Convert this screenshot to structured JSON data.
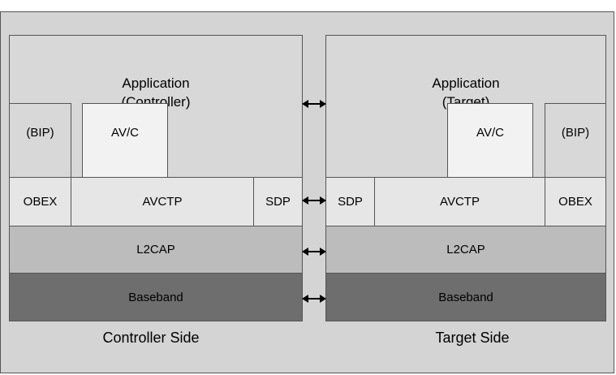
{
  "controller": {
    "application": "Application\n(Controller)",
    "bip": "(BIP)",
    "avc": "AV/C",
    "obex": "OBEX",
    "avctp": "AVCTP",
    "sdp": "SDP",
    "l2cap": "L2CAP",
    "baseband": "Baseband",
    "side_label": "Controller Side"
  },
  "target": {
    "application": "Application\n(Target)",
    "avc": "AV/C",
    "bip": "(BIP)",
    "sdp": "SDP",
    "avctp": "AVCTP",
    "obex": "OBEX",
    "l2cap": "L2CAP",
    "baseband": "Baseband",
    "side_label": "Target Side"
  },
  "colors": {
    "background": "#d4d4d4",
    "application": "#d8d8d8",
    "avc_box": "#f2f2f2",
    "transport": "#e6e6e6",
    "l2cap": "#bcbcbc",
    "baseband": "#6e6e6e"
  }
}
